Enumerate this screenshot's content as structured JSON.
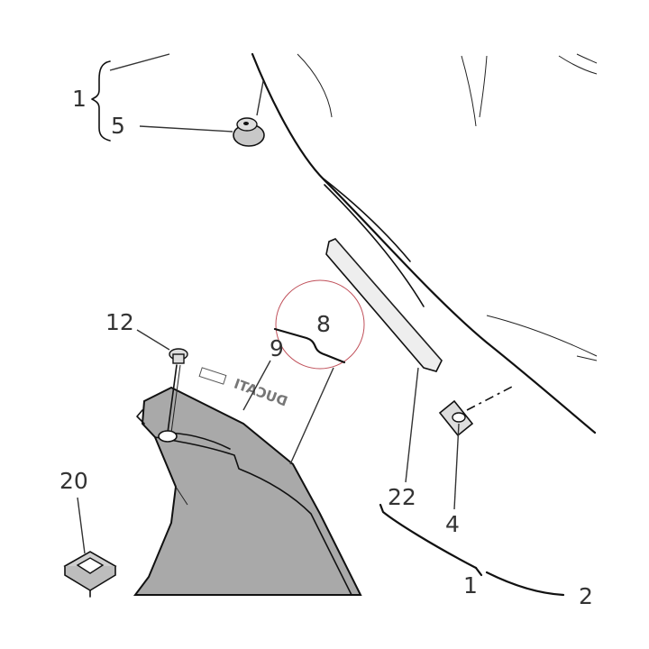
{
  "callouts": {
    "c1_top": "1",
    "c5": "5",
    "c12": "12",
    "c8": "8",
    "c9": "9",
    "c20": "20",
    "c22": "22",
    "c4": "4",
    "c1_bottom": "1",
    "c2_partial": "2"
  },
  "decal_text": "DUCATI",
  "colors": {
    "ink": "#111111",
    "panel_fill": "#a9a9a9",
    "highlight_circle": "#c0505a",
    "rubber_grommet": "#c8c8c8",
    "seal_strip": "#eeeeee"
  }
}
